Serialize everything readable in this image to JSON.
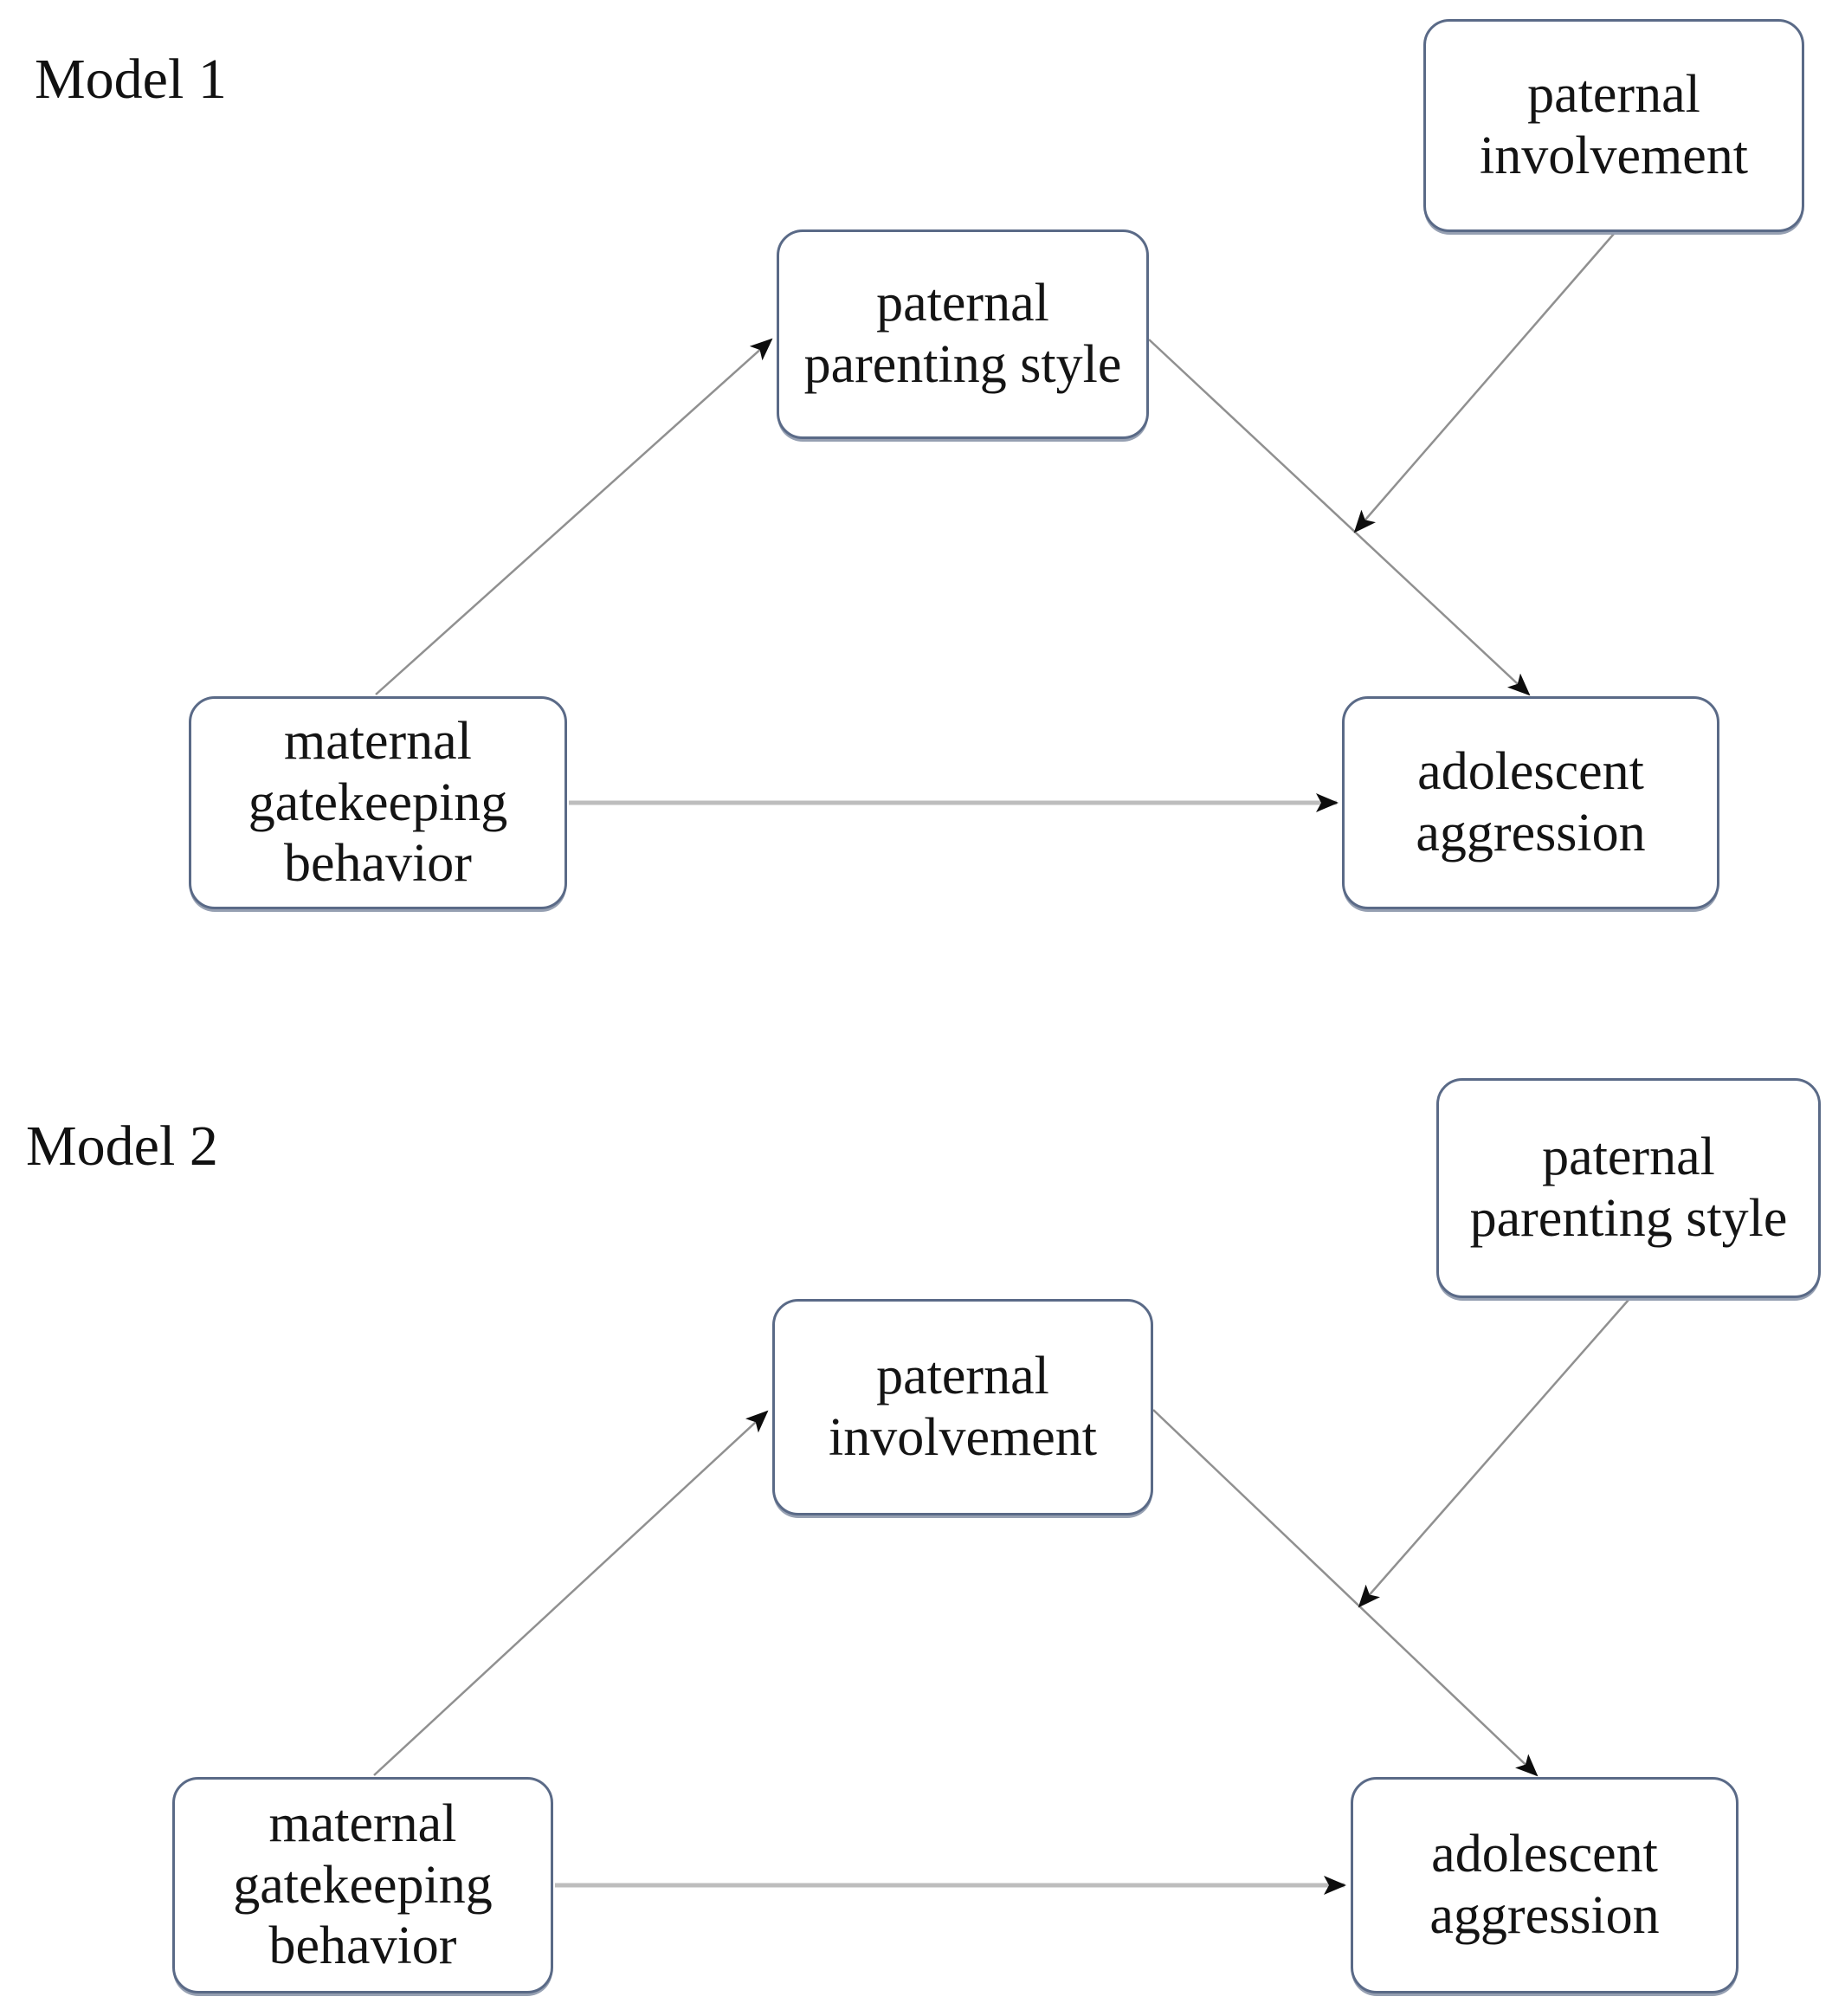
{
  "figure": {
    "background_color": "#ffffff",
    "box_border_color": "#5a6a87",
    "diagonal_arrow_color": "#909090",
    "direct_path_color": "#bdbdbd",
    "arrowhead_color": "#0d0d0d",
    "text_color": "#141414",
    "models": [
      {
        "title": "Model 1",
        "nodes": {
          "moderator": "paternal involvement",
          "mediator": "paternal parenting style",
          "predictor": "maternal gatekeeping behavior",
          "outcome": "adolescent aggression"
        }
      },
      {
        "title": "Model 2",
        "nodes": {
          "moderator": "paternal parenting style",
          "mediator": "paternal involvement",
          "predictor": "maternal gatekeeping behavior",
          "outcome": "adolescent aggression"
        }
      }
    ]
  }
}
